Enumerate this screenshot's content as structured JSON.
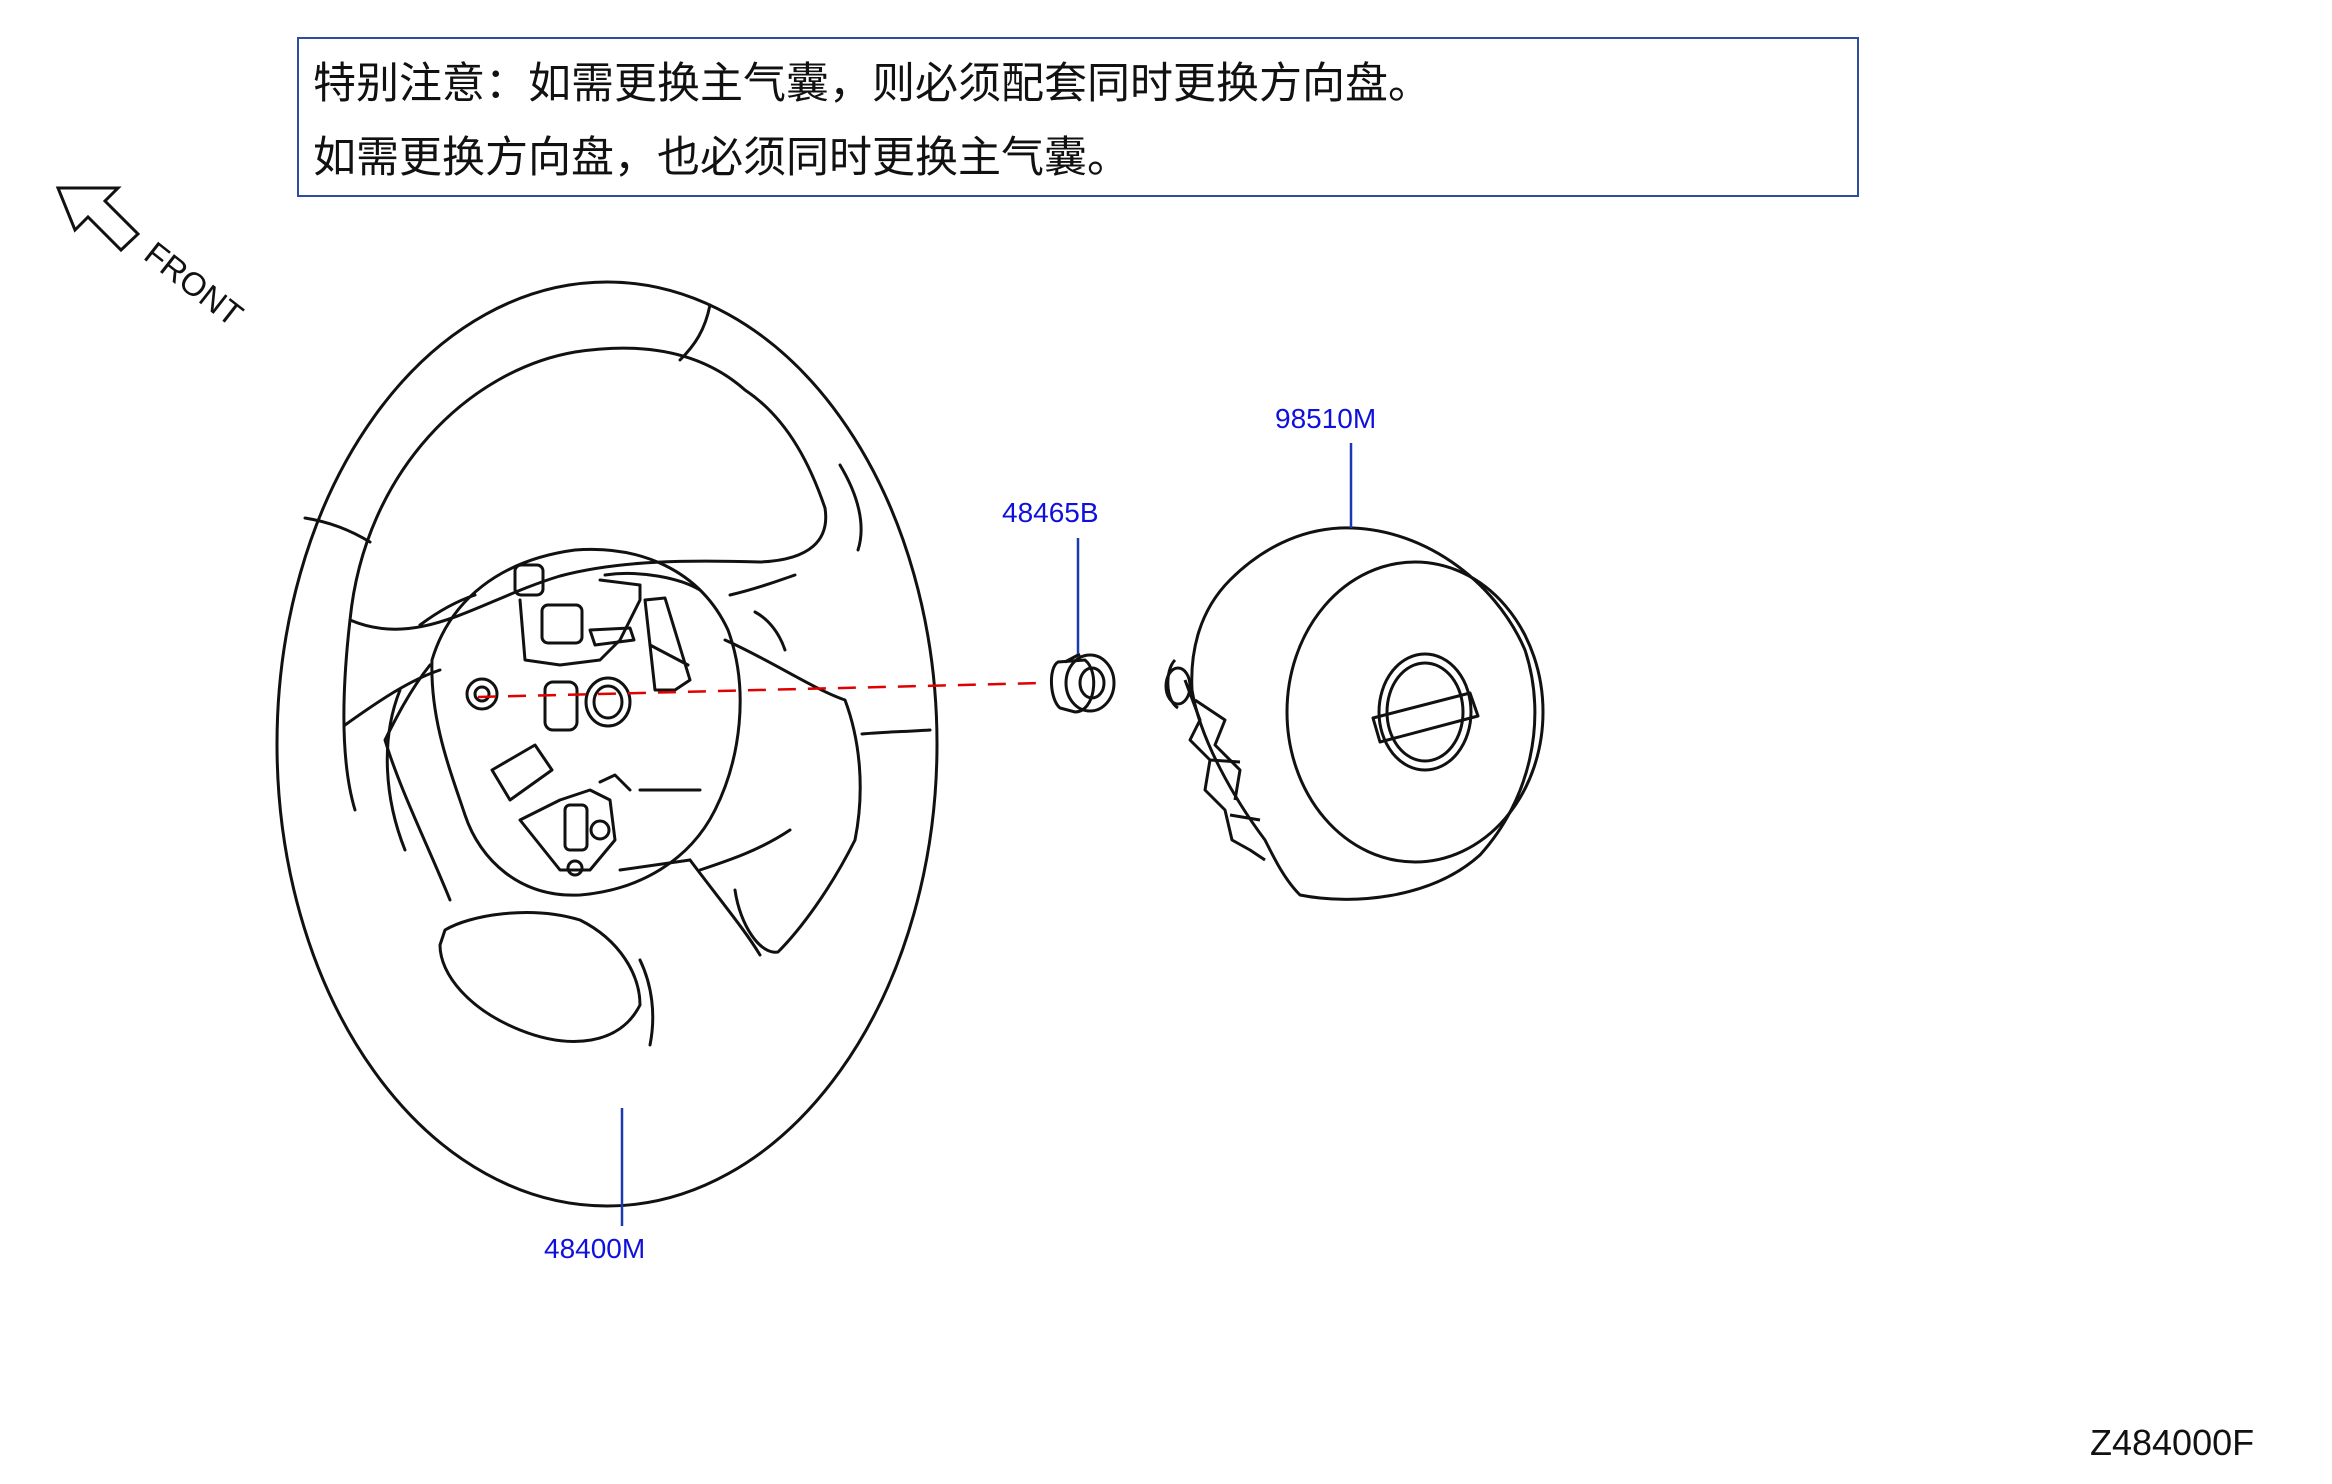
{
  "notice": {
    "line1": "特别注意：如需更换主气囊，则必须配套同时更换方向盘。",
    "line2": "如需更换方向盘，也必须同时更换主气囊。"
  },
  "orientation": {
    "label": "FRONT"
  },
  "parts": [
    {
      "number": "48400M",
      "description": "steering-wheel"
    },
    {
      "number": "48465B",
      "description": "bushing"
    },
    {
      "number": "98510M",
      "description": "airbag-module"
    }
  ],
  "diagram_id": "Z484000F",
  "colors": {
    "callout": "#1010dd",
    "notice_border": "#2b4f9e",
    "axis_line": "#e00000",
    "drawing_line": "#111111"
  }
}
